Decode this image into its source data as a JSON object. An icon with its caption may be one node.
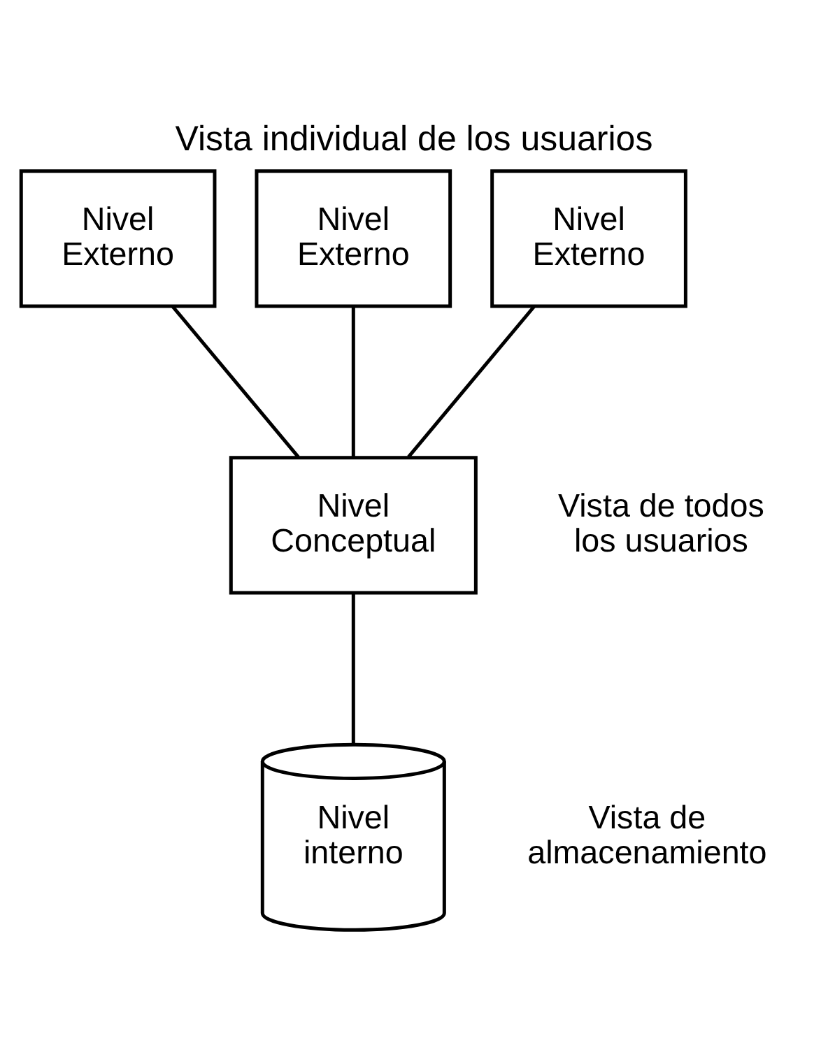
{
  "diagram": {
    "title": "Vista individual de los usuarios",
    "nodes": [
      {
        "text": [
          "Nivel Externo"
        ]
      },
      {
        "text": [
          "Nivel Externo"
        ]
      },
      {
        "text": [
          "Nivel Externo"
        ]
      },
      {
        "text": [
          "Nivel Conceptual"
        ],
        "beside": [
          "Vista de todos los usuarios"
        ]
      },
      {
        "text": [
          "Nivel interno"
        ],
        "beside": [
          "Vista de almacenamiento"
        ]
      }
    ],
    "edges": [
      {
        "from": 0,
        "to": 3,
        "arrow": "none"
      },
      {
        "from": 1,
        "to": 3,
        "arrow": "none"
      },
      {
        "from": 2,
        "to": 3,
        "arrow": "none"
      },
      {
        "from": 3,
        "to": 4,
        "arrow": "none"
      }
    ]
  }
}
